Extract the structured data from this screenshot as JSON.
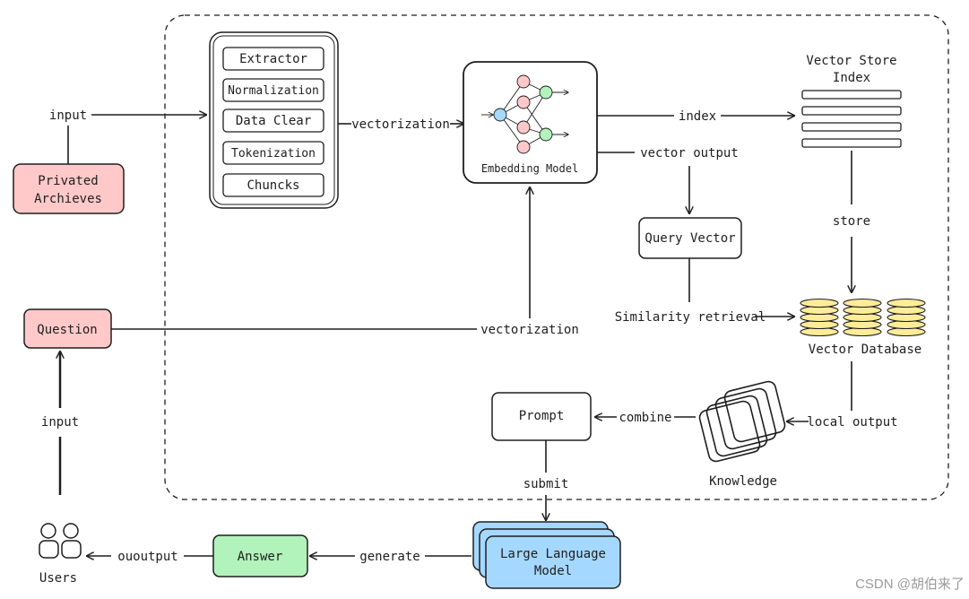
{
  "nodes": {
    "privated_archives": [
      "Privated",
      "Archieves"
    ],
    "pipeline_steps": [
      "Extractor",
      "Normalization",
      "Data Clear",
      "Tokenization",
      "Chuncks"
    ],
    "embedding_model": "Embedding Model",
    "vector_store_index": [
      "Vector Store",
      "Index"
    ],
    "query_vector": "Query Vector",
    "vector_database": "Vector Database",
    "question": "Question",
    "prompt": "Prompt",
    "knowledge": "Knowledge",
    "llm": [
      "Large Language",
      "Model"
    ],
    "answer": "Answer",
    "users": "Users"
  },
  "edges": {
    "input_archives": "input",
    "vectorization_docs": "vectorization",
    "index": "index",
    "vector_output": "vector output",
    "store": "store",
    "similarity_retrieval": "Similarity retrieval",
    "vectorization_question": "vectorization",
    "input_question": "input",
    "local_output": "local output",
    "combine": "combine",
    "submit": "submit",
    "generate": "generate",
    "output": "ououtput"
  },
  "watermark": "CSDN @胡伯来了",
  "colors": {
    "pink": "#ffc9c9",
    "green": "#b2f2bb",
    "blue": "#a5d8ff",
    "yellow": "#ffec99",
    "stroke": "#1e1e1e"
  }
}
